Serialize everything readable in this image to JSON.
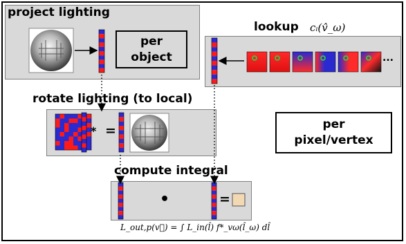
{
  "labels": {
    "project_lighting": "project lighting",
    "rotate_lighting": "rotate lighting (to local)",
    "compute_integral": "compute integral",
    "lookup": "lookup"
  },
  "tags": {
    "per_object_line1": "per",
    "per_object_line2": "object",
    "per_pixel_line1": "per",
    "per_pixel_line2": "pixel/vertex"
  },
  "math": {
    "lookup_formula": "cᵢ(v̂_ω)",
    "integral_formula": "L_out,p(v⃗) = ∫ L_in(l̂) f*_vω(l̂_ω) dl̂"
  },
  "operators": {
    "multiply": "*",
    "equals_rotate": "=",
    "dot": "•",
    "equals_integral": "=",
    "ellipsis": "..."
  },
  "colors": {
    "red": "#ff1a1a",
    "blue": "#2a2ad0",
    "panel": "#d9d9d9",
    "result": "#f2d9b4",
    "marker": "#2ecc40"
  }
}
